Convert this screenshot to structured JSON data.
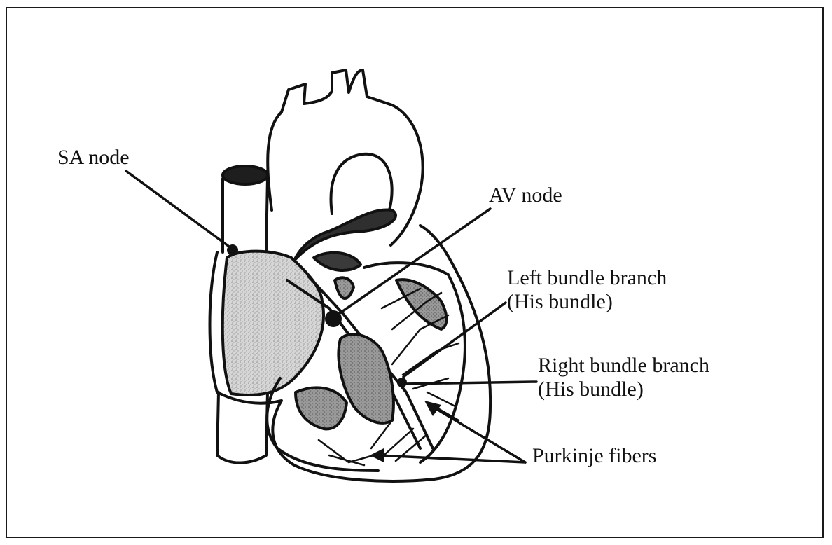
{
  "labels": {
    "sa_node": "SA node",
    "av_node": "AV node",
    "left_bundle": {
      "line1": "Left bundle branch",
      "line2": "(His bundle)"
    },
    "right_bundle": {
      "line1": "Right bundle branch",
      "line2": "(His bundle)"
    },
    "purkinje": "Purkinje fibers"
  },
  "colors": {
    "ink": "#111111",
    "atrium_fill": "#c8c8c8",
    "chamber_fill": "#9a9a9a",
    "dark_fill": "#3a3a3a",
    "border": "#1a1a1a"
  }
}
